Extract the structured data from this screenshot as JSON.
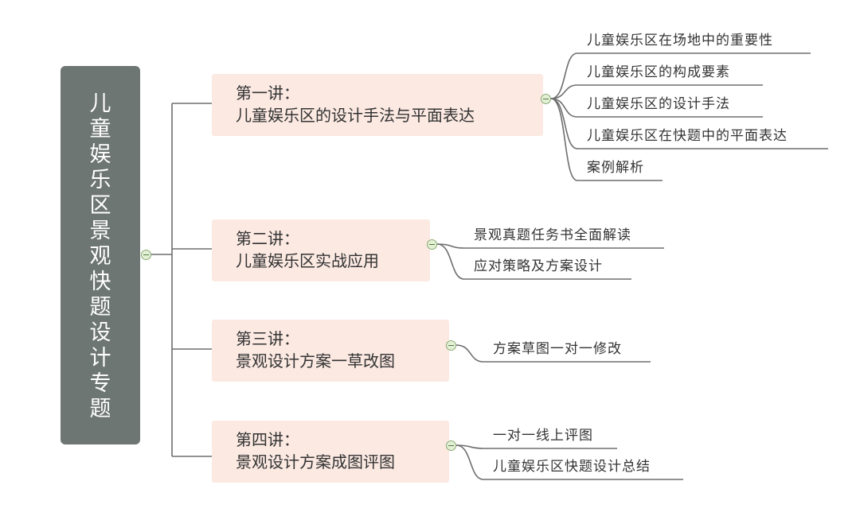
{
  "root": {
    "title": "儿童娱乐区景观快题设计专题"
  },
  "lectures": [
    {
      "number": "第一讲：",
      "title": "儿童娱乐区的设计手法与平面表达",
      "topics": [
        "儿童娱乐区在场地中的重要性",
        "儿童娱乐区的构成要素",
        "儿童娱乐区的设计手法",
        "儿童娱乐区在快题中的平面表达",
        "案例解析"
      ]
    },
    {
      "number": "第二讲：",
      "title": "儿童娱乐区实战应用",
      "topics": [
        "景观真题任务书全面解读",
        "应对策略及方案设计"
      ]
    },
    {
      "number": "第三讲：",
      "title": "景观设计方案一草改图",
      "topics": [
        "方案草图一对一修改"
      ]
    },
    {
      "number": "第四讲：",
      "title": "景观设计方案成图评图",
      "topics": [
        "一对一线上评图",
        "儿童娱乐区快题设计总结"
      ]
    }
  ],
  "colors": {
    "root_bg": "#6d7672",
    "lecture_bg": "#fbe9e2",
    "connector": "#6e6e6e",
    "collapse_fill": "#e3f0d6",
    "collapse_border": "#8aaa74"
  }
}
